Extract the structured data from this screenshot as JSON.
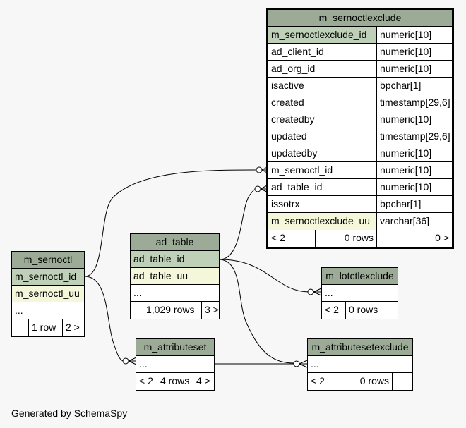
{
  "tables": {
    "m_sernoctlexclude": {
      "name": "m_sernoctlexclude",
      "columns": [
        {
          "name": "m_sernoctlexclude_id",
          "type": "numeric[10]"
        },
        {
          "name": "ad_client_id",
          "type": "numeric[10]"
        },
        {
          "name": "ad_org_id",
          "type": "numeric[10]"
        },
        {
          "name": "isactive",
          "type": "bpchar[1]"
        },
        {
          "name": "created",
          "type": "timestamp[29,6]"
        },
        {
          "name": "createdby",
          "type": "numeric[10]"
        },
        {
          "name": "updated",
          "type": "timestamp[29,6]"
        },
        {
          "name": "updatedby",
          "type": "numeric[10]"
        },
        {
          "name": "m_sernoctl_id",
          "type": "numeric[10]"
        },
        {
          "name": "ad_table_id",
          "type": "numeric[10]"
        },
        {
          "name": "issotrx",
          "type": "bpchar[1]"
        },
        {
          "name": "m_sernoctlexclude_uu",
          "type": "varchar[36]"
        }
      ],
      "footer": {
        "parents": "< 2",
        "rows": "0 rows",
        "children": "0 >"
      }
    },
    "ad_table": {
      "name": "ad_table",
      "pk": "ad_table_id",
      "uu": "ad_table_uu",
      "more": "...",
      "footer": {
        "rows": "1,029 rows",
        "children": "3 >"
      }
    },
    "m_sernoctl": {
      "name": "m_sernoctl",
      "pk": "m_sernoctl_id",
      "uu": "m_sernoctl_uu",
      "more": "...",
      "footer": {
        "rows": "1 row",
        "children": "2 >"
      }
    },
    "m_lotctlexclude": {
      "name": "m_lotctlexclude",
      "more": "...",
      "footer": {
        "parents": "< 2",
        "rows": "0 rows"
      }
    },
    "m_attributeset": {
      "name": "m_attributeset",
      "more": "...",
      "footer": {
        "parents": "< 2",
        "rows": "4 rows",
        "children": "4 >"
      }
    },
    "m_attributesetexclude": {
      "name": "m_attributesetexclude",
      "more": "...",
      "footer": {
        "parents": "< 2",
        "rows": "0 rows"
      }
    }
  },
  "footer_text": "Generated by SchemaSpy"
}
